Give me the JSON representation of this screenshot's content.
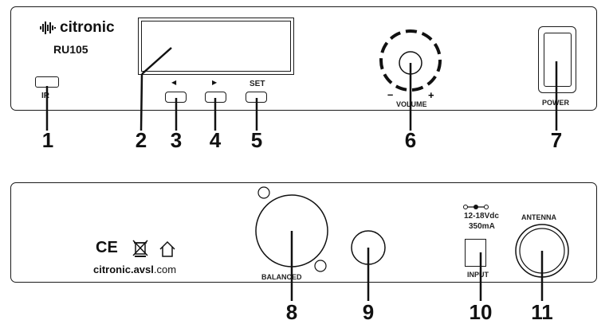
{
  "front": {
    "brand": "citronic",
    "model": "RU105",
    "ir_label": "IR",
    "left_arrow": "◀",
    "right_arrow": "▶",
    "set_label": "SET",
    "volume_label": "VOLUME",
    "volume_minus": "–",
    "volume_plus": "+",
    "power_label": "POWER"
  },
  "rear": {
    "balanced_label": "BALANCED",
    "dc_spec": "12-18Vdc",
    "current_spec": "350mA",
    "input_label": "INPUT",
    "antenna_label": "ANTENNA",
    "marks": "CE",
    "website_bold": "citronic.avsl",
    "website_tail": ".com"
  },
  "callouts": [
    "1",
    "2",
    "3",
    "4",
    "5",
    "6",
    "7",
    "8",
    "9",
    "10",
    "11"
  ]
}
